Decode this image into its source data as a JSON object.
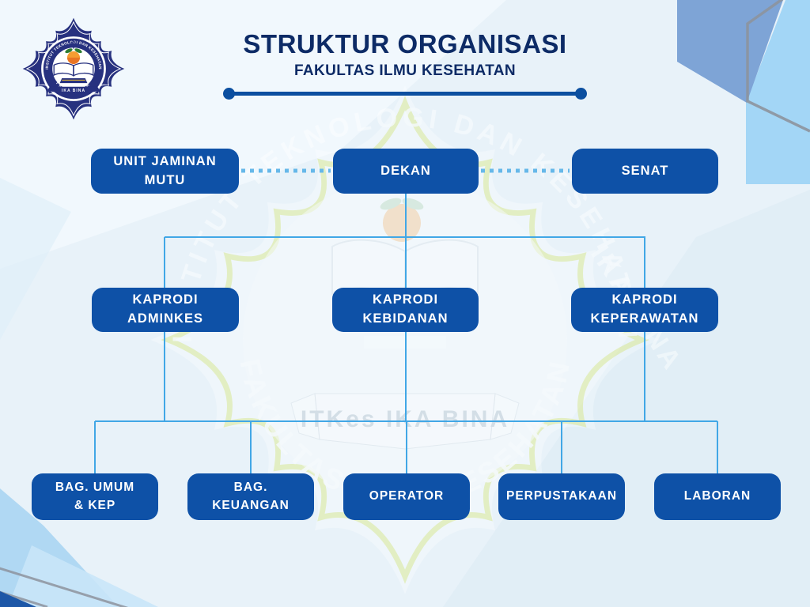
{
  "header": {
    "title": "STRUKTUR ORGANISASI",
    "subtitle": "FAKULTAS ILMU KESEHATAN"
  },
  "logo": {
    "ring_text_top": "INSTITUT TEKNOLOGI DAN KESEHATAN",
    "ring_text_bottom": "IKA BINA",
    "banner_text": "IKA BINA"
  },
  "watermark": {
    "ring_text_top": "INSTITUT TEKNOLOGI DAN KESEHATAN",
    "ring_text_side": "IKA BINA",
    "ring_text_bottom": "FAKULTAS ILMU KESEHATAN",
    "banner_text": "ITKes IKA BINA"
  },
  "org_chart": {
    "level1": [
      {
        "id": "unit-jaminan-mutu",
        "label": [
          "UNIT JAMINAN",
          "MUTU"
        ]
      },
      {
        "id": "dekan",
        "label": [
          "DEKAN"
        ]
      },
      {
        "id": "senat",
        "label": [
          "SENAT"
        ]
      }
    ],
    "level2": [
      {
        "id": "kaprodi-adminkes",
        "label": [
          "KAPRODI",
          "ADMINKES"
        ]
      },
      {
        "id": "kaprodi-kebidanan",
        "label": [
          "KAPRODI",
          "KEBIDANAN"
        ]
      },
      {
        "id": "kaprodi-keperawatan",
        "label": [
          "KAPRODI",
          "KEPERAWATAN"
        ]
      }
    ],
    "level3": [
      {
        "id": "bag-umum-kep",
        "label": [
          "BAG. UMUM",
          "& KEP"
        ]
      },
      {
        "id": "bag-keuangan",
        "label": [
          "BAG.",
          "KEUANGAN"
        ]
      },
      {
        "id": "operator",
        "label": [
          "OPERATOR"
        ]
      },
      {
        "id": "perpustakaan",
        "label": [
          "PERPUSTAKAAN"
        ]
      },
      {
        "id": "laboran",
        "label": [
          "LABORAN"
        ]
      }
    ]
  },
  "colors": {
    "box_fill": "#0e51a7",
    "connector_solid": "#41a7e6",
    "connector_dotted": "#66b8e9",
    "title_text": "#0d2b66",
    "divider": "#0b4fa0",
    "background": "#e8f2f9",
    "hexagon_medium": "#7ea4d6",
    "hexagon_light": "#a3d6f6",
    "hexagon_outline": "#8d939d"
  }
}
